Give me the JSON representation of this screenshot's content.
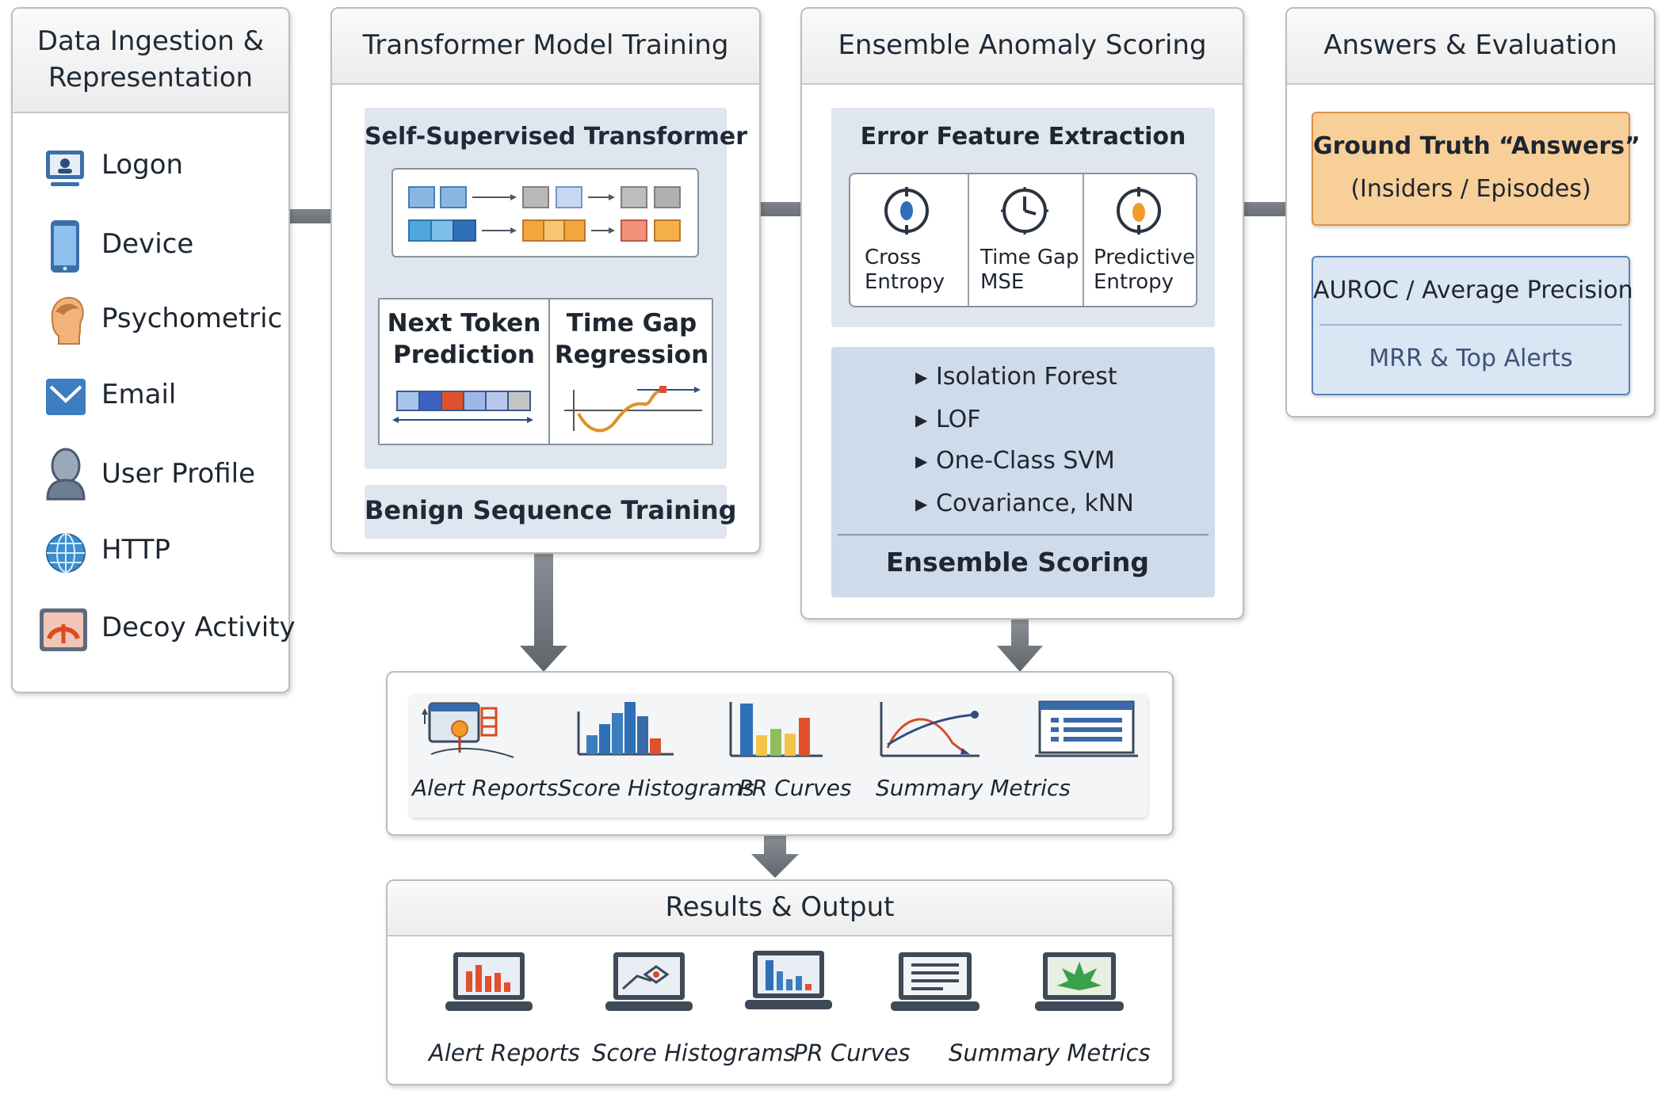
{
  "ingestion": {
    "title": "Data Ingestion &\nRepresentation",
    "items": [
      {
        "label": "Logon",
        "icon": "monitor-icon"
      },
      {
        "label": "Device",
        "icon": "phone-icon"
      },
      {
        "label": "Psychometric",
        "icon": "head-icon"
      },
      {
        "label": "Email",
        "icon": "envelope-icon"
      },
      {
        "label": "User Profile",
        "icon": "user-icon"
      },
      {
        "label": "HTTP",
        "icon": "globe-icon"
      },
      {
        "label": "Decoy Activity",
        "icon": "decoy-icon"
      }
    ]
  },
  "training": {
    "title": "Transformer Model Training",
    "sst_title": "Self-Supervised Transformer",
    "next_token": "Next Token\nPrediction",
    "time_gap": "Time Gap\nRegression",
    "benign": "Benign Sequence Training"
  },
  "scoring": {
    "title": "Ensemble Anomaly Scoring",
    "extraction_title": "Error Feature Extraction",
    "features": [
      {
        "label": "Cross\nEntropy",
        "icon": "gauge-icon"
      },
      {
        "label": "Time Gap\nMSE",
        "icon": "clock-icon"
      },
      {
        "label": "Predictive\nEntropy",
        "icon": "thermometer-icon"
      }
    ],
    "methods": [
      "Isolation Forest",
      "LOF",
      "One-Class SVM",
      "Covariance, kNN"
    ],
    "ensemble": "Ensemble Scoring"
  },
  "answers": {
    "title": "Answers & Evaluation",
    "ground_truth_line1": "Ground Truth “Answers”",
    "ground_truth_line2": "(Insiders / Episodes)",
    "metric1": "AUROC / Average Precision",
    "metric2": "MRR & Top Alerts"
  },
  "outputs_strip": {
    "items": [
      "Alert Reports",
      "Score Histograms",
      "PR Curves",
      "Summary Metrics"
    ]
  },
  "results": {
    "title": "Results & Output",
    "items": [
      "Alert Reports",
      "Score Histograms",
      "PR Curves",
      "Summary Metrics"
    ]
  },
  "colors": {
    "blue_panel": "#dfe6f0",
    "orange_box": "#f8cf98",
    "arrow": "#6f747a"
  }
}
